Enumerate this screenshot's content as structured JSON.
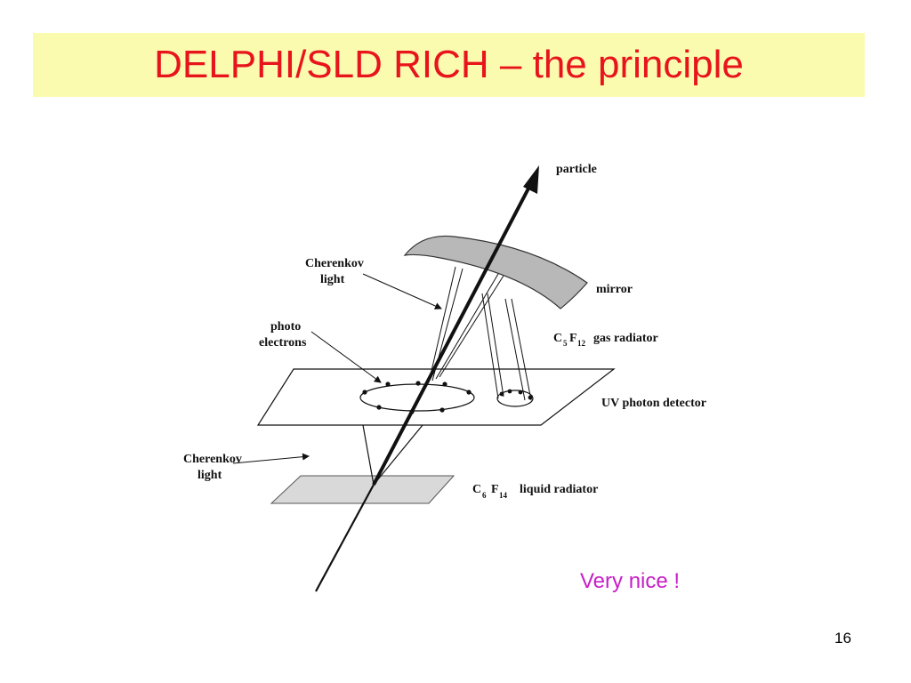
{
  "slide": {
    "title": "DELPHI/SLD RICH – the principle",
    "remark": "Very nice !",
    "page_number": "16"
  },
  "diagram": {
    "labels": {
      "particle": "particle",
      "cherenkov_light_top_1": "Cherenkov",
      "cherenkov_light_top_2": "light",
      "mirror": "mirror",
      "photo_electrons_1": "photo",
      "photo_electrons_2": "electrons",
      "gas_radiator": {
        "c": "C",
        "c_sub": "5",
        "f": "F",
        "f_sub": "12",
        "text": "gas radiator"
      },
      "uv_photon_detector": "UV photon detector",
      "cherenkov_light_bottom_1": "Cherenkov",
      "cherenkov_light_bottom_2": "light",
      "liquid_radiator": {
        "c": "C",
        "c_sub": "6",
        "f": "F",
        "f_sub": "14",
        "text": "liquid radiator"
      }
    },
    "colors": {
      "title_background": "#fbfbb0",
      "title_text": "#e8141b",
      "remark_text": "#c81ec8",
      "mirror_fill": "#b8b8b8",
      "liquid_radiator_fill": "#d9d9d9"
    }
  }
}
